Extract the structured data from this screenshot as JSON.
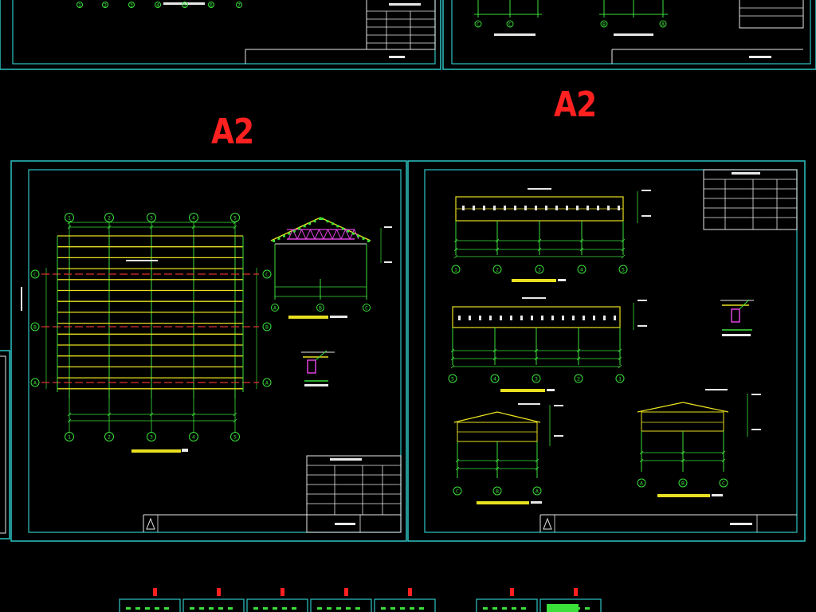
{
  "viewer": {
    "background": "#000000"
  },
  "sheets": [
    {
      "id": "top-left-sheet",
      "grid_labels": [
        "1",
        "2",
        "3",
        "4",
        "5",
        "6",
        "7"
      ]
    },
    {
      "id": "top-right-sheet",
      "grid_labels": [
        "C",
        "C",
        "B",
        "A"
      ]
    },
    {
      "id": "left-a2-sheet",
      "size_label": "A2",
      "plan_grid_top": [
        "1",
        "2",
        "3",
        "4",
        "5"
      ],
      "plan_grid_side": [
        "C",
        "B",
        "A"
      ],
      "truss_grid": [
        "A",
        "B",
        "C"
      ]
    },
    {
      "id": "right-a2-sheet",
      "size_label": "A2",
      "elev1_grid": [
        "1",
        "2",
        "3",
        "4",
        "5"
      ],
      "elev2_grid": [
        "5",
        "4",
        "3",
        "2",
        "1"
      ],
      "section_left_grid": [
        "C",
        "B",
        "A"
      ],
      "section_right_grid": [
        "A",
        "B",
        "C"
      ]
    }
  ],
  "colors": {
    "frame": "#2fc4c4",
    "line_green": "#3be03b",
    "line_yellow": "#e8e020",
    "line_red": "#e03030",
    "line_magenta": "#e040e0",
    "line_white": "#e8e8e8",
    "label_red": "#ff2020"
  }
}
